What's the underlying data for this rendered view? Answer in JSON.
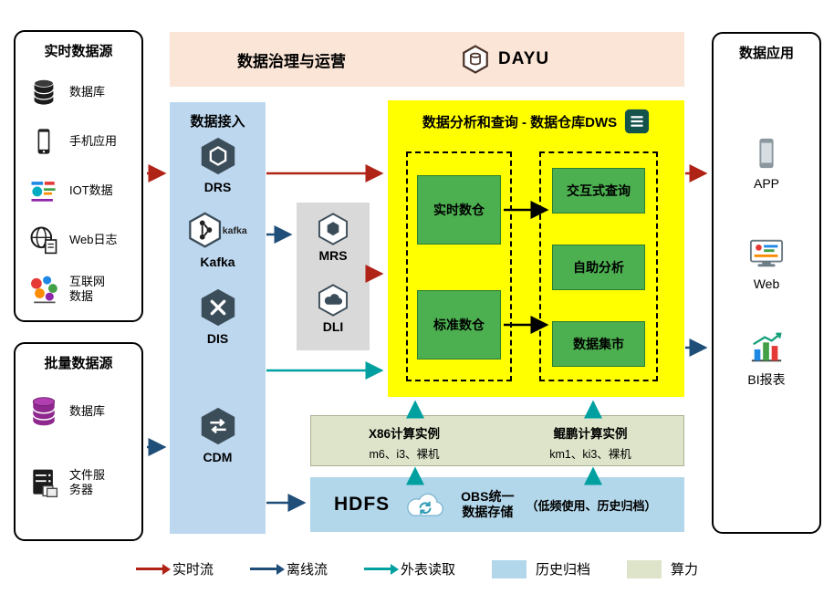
{
  "governance": {
    "title": "数据治理与运营",
    "logo_text": "DAYU"
  },
  "realtime_sources": {
    "title": "实时数据源",
    "items": [
      {
        "label": "数据库",
        "icon": "database-icon"
      },
      {
        "label": "手机应用",
        "icon": "mobile-app-icon"
      },
      {
        "label": "IOT数据",
        "icon": "iot-icon"
      },
      {
        "label": "Web日志",
        "icon": "web-log-icon"
      },
      {
        "label": "互联网数据",
        "icon": "internet-data-icon"
      }
    ]
  },
  "batch_sources": {
    "title": "批量数据源",
    "items": [
      {
        "label": "数据库",
        "icon": "database-purple-icon"
      },
      {
        "label": "文件服务器",
        "icon": "file-server-icon"
      }
    ]
  },
  "ingestion": {
    "title": "数据接入",
    "services": [
      {
        "label": "DRS",
        "icon": "drs-icon"
      },
      {
        "label": "Kafka",
        "icon": "kafka-icon",
        "logo_text": "kafka"
      },
      {
        "label": "DIS",
        "icon": "dis-icon"
      },
      {
        "label": "CDM",
        "icon": "cdm-icon"
      }
    ]
  },
  "processing": {
    "services": [
      {
        "label": "MRS",
        "icon": "mrs-icon"
      },
      {
        "label": "DLI",
        "icon": "dli-icon"
      }
    ]
  },
  "dws": {
    "title": "数据分析和查询 - 数据仓库DWS",
    "warehouses": [
      {
        "label": "实时数仓"
      },
      {
        "label": "标准数仓"
      }
    ],
    "services": [
      {
        "label": "交互式查询"
      },
      {
        "label": "自助分析"
      },
      {
        "label": "数据集市"
      }
    ]
  },
  "compute": {
    "groups": [
      {
        "title": "X86计算实例",
        "subtitle": "m6、i3、裸机"
      },
      {
        "title": "鲲鹏计算实例",
        "subtitle": "km1、ki3、裸机"
      }
    ]
  },
  "storage": {
    "hdfs_label": "HDFS",
    "obs_line1": "OBS统一",
    "obs_line2": "数据存储",
    "note": "（低频使用、历史归档）"
  },
  "applications": {
    "title": "数据应用",
    "items": [
      {
        "label": "APP",
        "icon": "app-icon"
      },
      {
        "label": "Web",
        "icon": "web-icon"
      },
      {
        "label": "BI报表",
        "icon": "bi-report-icon"
      }
    ]
  },
  "legend": {
    "items": [
      {
        "label": "实时流",
        "type": "arrow",
        "color": "#b02418"
      },
      {
        "label": "离线流",
        "type": "arrow",
        "color": "#1f4e79"
      },
      {
        "label": "外表读取",
        "type": "arrow",
        "color": "#00a0a0"
      },
      {
        "label": "历史归档",
        "type": "swatch",
        "color": "#b3d7ea"
      },
      {
        "label": "算力",
        "type": "swatch",
        "color": "#dde4c9"
      }
    ]
  },
  "colors": {
    "realtime_flow": "#b02418",
    "offline_flow": "#1f4e79",
    "external_read": "#00a0a0",
    "dws_bg": "#ffff00",
    "green_box": "#4caf50",
    "ingestion_bg": "#bdd7ee",
    "governance_bg": "#fbe5d6",
    "compute_bg": "#dde4c9",
    "storage_bg": "#b3d7ea",
    "processing_bg": "#d9d9d9"
  }
}
